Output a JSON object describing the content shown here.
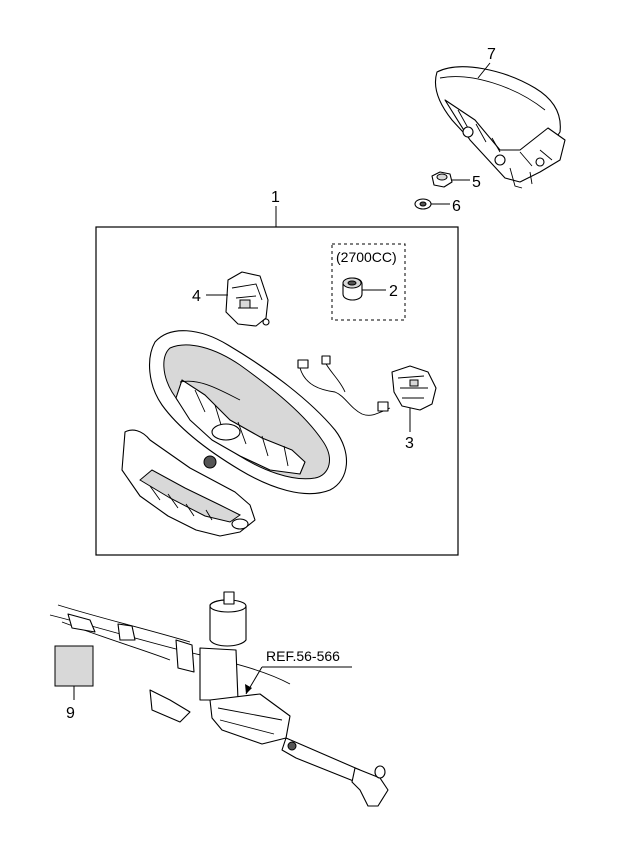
{
  "callouts": {
    "p1": "1",
    "p2": "2",
    "p3": "3",
    "p4": "4",
    "p5": "5",
    "p6": "6",
    "p7": "7",
    "p9": "9"
  },
  "variant_box_label": "(2700CC)",
  "reference_label": "REF.56-566"
}
